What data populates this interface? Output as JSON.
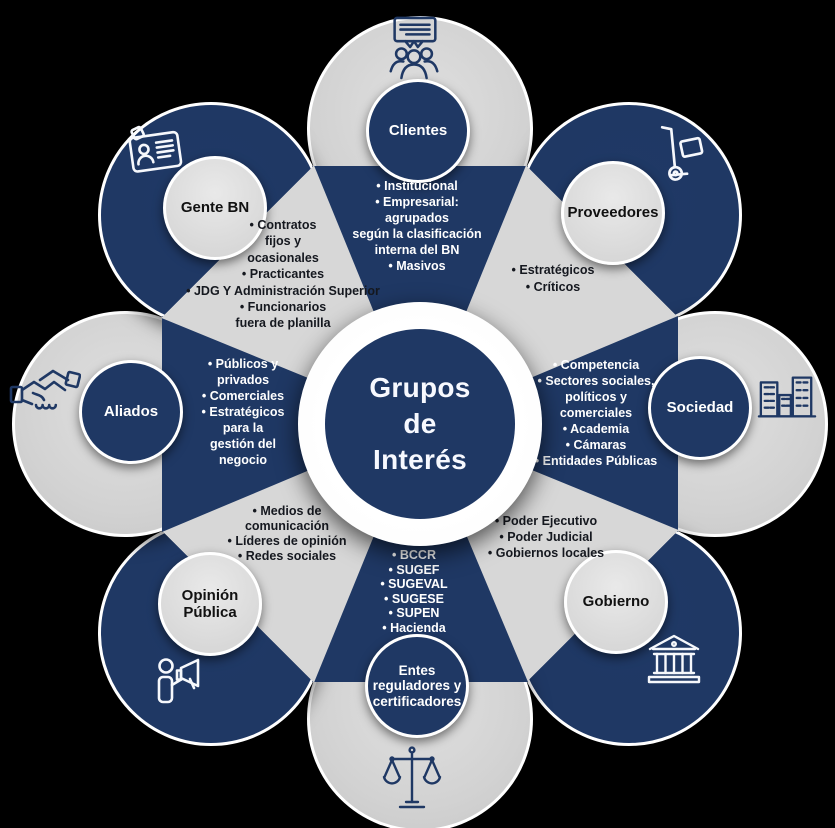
{
  "title": "Grupos\nde\nInterés",
  "colors": {
    "navy": "#1f3864",
    "petal_grey": "#d2d2d2",
    "background": "#000000",
    "light_text": "#ffffff",
    "dark_text": "#15181f"
  },
  "groups": [
    {
      "id": "clientes",
      "label": "Clientes",
      "icon": "presentation-audience-icon",
      "bullets": "• Institucional\n• Empresarial:\nagrupados\nsegún la clasificación\ninterna del BN\n• Masivos"
    },
    {
      "id": "proveedores",
      "label": "Proveedores",
      "icon": "hand-truck-icon",
      "bullets": "• Estratégicos\n• Críticos"
    },
    {
      "id": "sociedad",
      "label": "Sociedad",
      "icon": "city-buildings-icon",
      "bullets": "• Competencia\n• Sectores sociales,\npolíticos y\ncomerciales\n• Academia\n• Cámaras\n• Entidades Públicas"
    },
    {
      "id": "gobierno",
      "label": "Gobierno",
      "icon": "government-building-icon",
      "bullets": "• Poder Ejecutivo\n• Poder Judicial\n• Gobiernos locales"
    },
    {
      "id": "entes-reguladores",
      "label": "Entes\nreguladores y\ncertificadores",
      "icon": "justice-scales-icon",
      "bullets": "• BCCR\n• SUGEF\n• SUGEVAL\n• SUGESE\n• SUPEN\n• Hacienda"
    },
    {
      "id": "opinion-publica",
      "label": "Opinión\nPública",
      "icon": "megaphone-person-icon",
      "bullets": "• Medios de\ncomunicación\n• Líderes de opinión\n• Redes sociales"
    },
    {
      "id": "aliados",
      "label": "Aliados",
      "icon": "handshake-icon",
      "bullets": "• Públicos y\nprivados\n• Comerciales\n• Estratégicos\npara la\ngestión del\nnegocio"
    },
    {
      "id": "gente-bn",
      "label": "Gente BN",
      "icon": "id-card-icon",
      "bullets": "• Contratos\nfijos y\nocasionales\n• Practicantes\n• JDG Y Administración Superior\n• Funcionarios\nfuera de planilla"
    }
  ]
}
